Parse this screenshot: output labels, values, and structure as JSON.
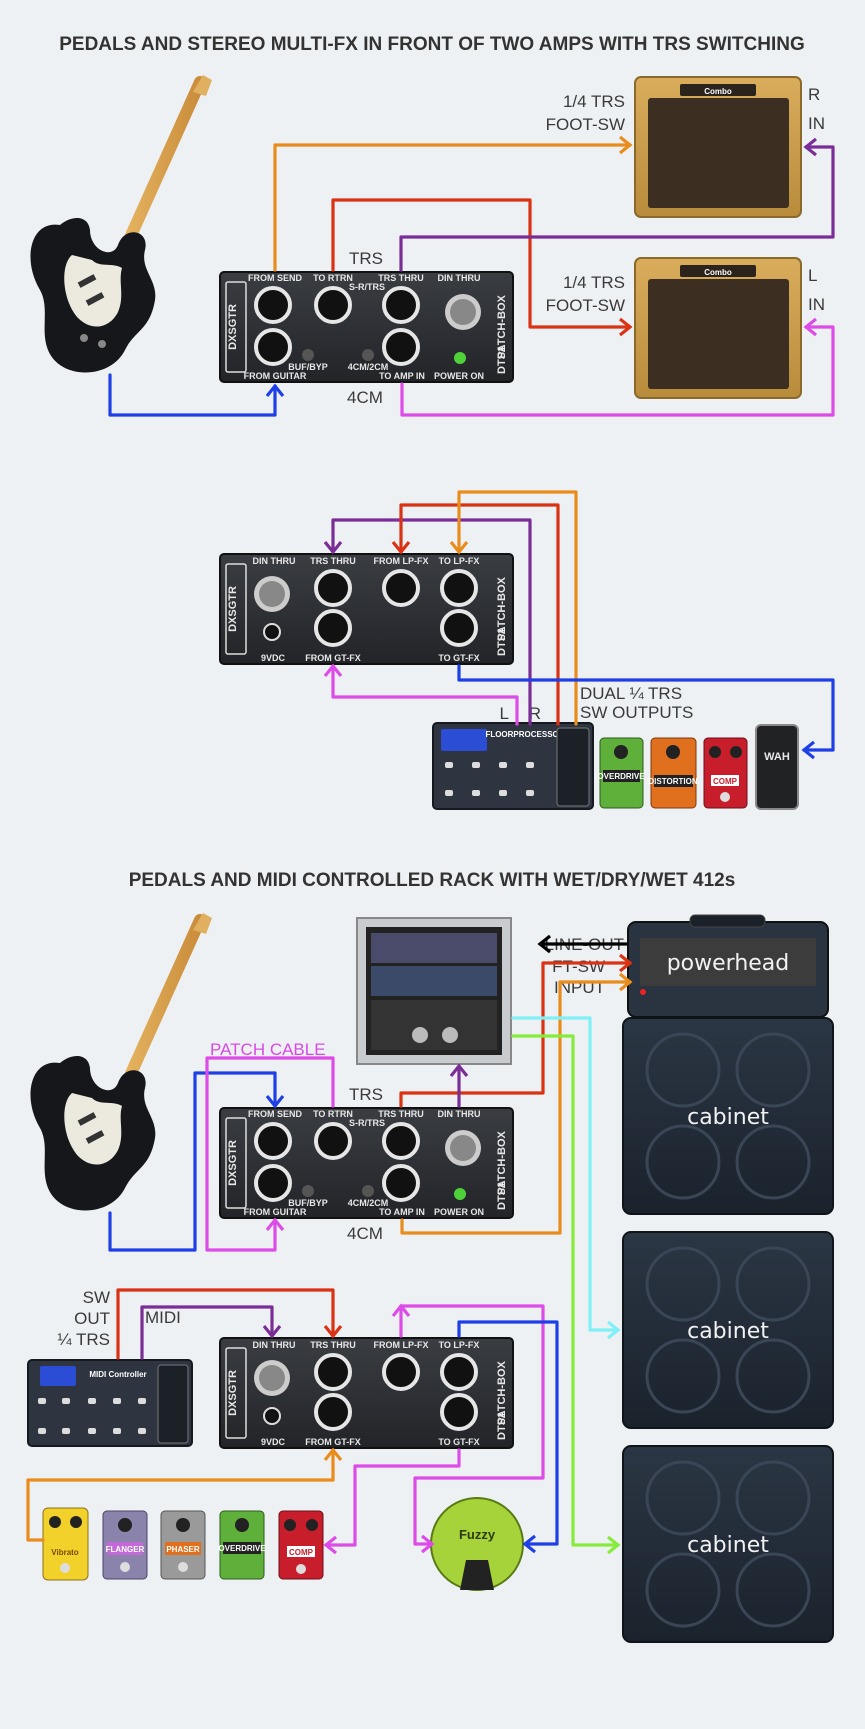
{
  "section1": {
    "title": "PEDALS AND STEREO MULTI-FX IN FRONT OF TWO AMPS WITH TRS SWITCHING",
    "trs_label": "TRS",
    "cm_label": "4CM",
    "amp_r": {
      "footsw_line1": "1/4 TRS",
      "footsw_line2": "FOOT-SW",
      "side": "R",
      "in": "IN",
      "brand": "Combo"
    },
    "amp_l": {
      "footsw_line1": "1/4 TRS",
      "footsw_line2": "FOOT-SW",
      "side": "L",
      "in": "IN",
      "brand": "Combo"
    }
  },
  "patchbox_a": {
    "from_send": "FROM SEND",
    "to_rtrn": "TO RTRN",
    "sr_trs": "S-R/TRS",
    "trs_thru": "TRS THRU",
    "din_thru": "DIN THRU",
    "from_guitar": "FROM GUITAR",
    "buf_byp": "BUF/BYP",
    "cm": "4CM/2CM",
    "to_amp_in": "TO AMP IN",
    "power_on": "POWER ON",
    "logo": "DXSGTR",
    "model": "DTS1",
    "name": "PATCH-BOX"
  },
  "patchbox_b": {
    "din_thru": "DIN THRU",
    "trs_thru": "TRS THRU",
    "from_lp_fx": "FROM LP-FX",
    "to_lp_fx": "TO LP-FX",
    "vdc": "9VDC",
    "from_gt_fx": "FROM GT-FX",
    "to_gt_fx": "TO GT-FX",
    "logo": "DXSGTR",
    "model": "DTS1",
    "name": "PATCH-BOX"
  },
  "section2": {
    "l_label": "L",
    "r_label": "R",
    "dual_line1": "DUAL ¼ TRS",
    "dual_line2": "SW OUTPUTS",
    "floor_processor": "FLOORPROCESSOR",
    "pedals": [
      "OVERDRIVE",
      "DISTORTION",
      "COMP"
    ],
    "wah": "WAH"
  },
  "section3": {
    "title": "PEDALS AND MIDI CONTROLLED RACK WITH WET/DRY/WET 412s",
    "line_out": "LINE-OUT",
    "ft_sw": "FT-SW",
    "input": "INPUT",
    "patch_cable": "PATCH CABLE",
    "trs_label": "TRS",
    "cm_label": "4CM",
    "head_brand": "powerhead",
    "cabinets": [
      "cabinet",
      "cabinet",
      "cabinet"
    ],
    "sw_line1": "SW",
    "sw_line2": "OUT",
    "sw_line3": "¼ TRS",
    "midi": "MIDI",
    "midi_controller": "MIDI Controller",
    "pedals": [
      "Vibrato",
      "FLANGER",
      "PHASER",
      "OVERDRIVE",
      "COMP"
    ],
    "fuzzy": "Fuzzy"
  },
  "colors": {
    "orange": "#ea8c1c",
    "red": "#dc3214",
    "purple": "#7a2d96",
    "blue": "#1f3fe6",
    "magenta": "#dd4be8",
    "cyan": "#7ff0f6",
    "green": "#86ec3c"
  }
}
